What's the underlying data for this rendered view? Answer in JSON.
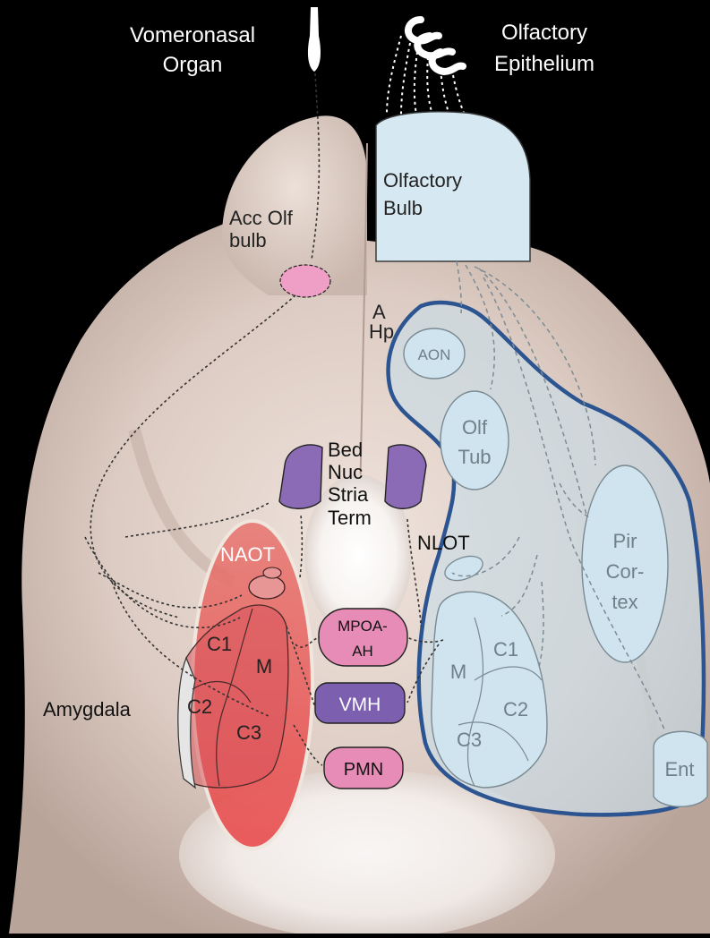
{
  "labels": {
    "vomeronasal_organ": [
      "Vomeronasal",
      "Organ"
    ],
    "olfactory_epithelium": [
      "Olfactory",
      "Epithelium"
    ],
    "olfactory_bulb": [
      "Olfactory",
      "Bulb"
    ],
    "acc_olf_bulb": [
      "Acc Olf",
      "bulb"
    ],
    "ahp": [
      "A",
      "Hp"
    ],
    "bed_nuc": [
      "Bed",
      "Nuc",
      "Stria",
      "Term"
    ],
    "naot": "NAOT",
    "nlot": "NLOT",
    "amygdala": "Amygdala",
    "aon": "AON",
    "olf_tub": [
      "Olf",
      "Tub"
    ],
    "pir_cortex": [
      "Pir",
      "Cor-",
      "tex"
    ],
    "ent": "Ent",
    "mpoa_ah": [
      "MPOA-",
      "AH"
    ],
    "vmh": "VMH",
    "pmn": "PMN",
    "left_c1": "C1",
    "left_c2": "C2",
    "left_c3": "C3",
    "left_m": "M",
    "right_c1": "C1",
    "right_c2": "C2",
    "right_c3": "C3",
    "right_m": "M"
  },
  "colors": {
    "background": "#000000",
    "brain": "#d8c6bd",
    "olfactory_highlight": "#2c5490",
    "olfactory_fill": "#cfe4ee",
    "vomeronasal_highlight": "#e9374a",
    "nucleus_purple": "#8c6bb6",
    "nucleus_pink": "#e68cb6"
  }
}
